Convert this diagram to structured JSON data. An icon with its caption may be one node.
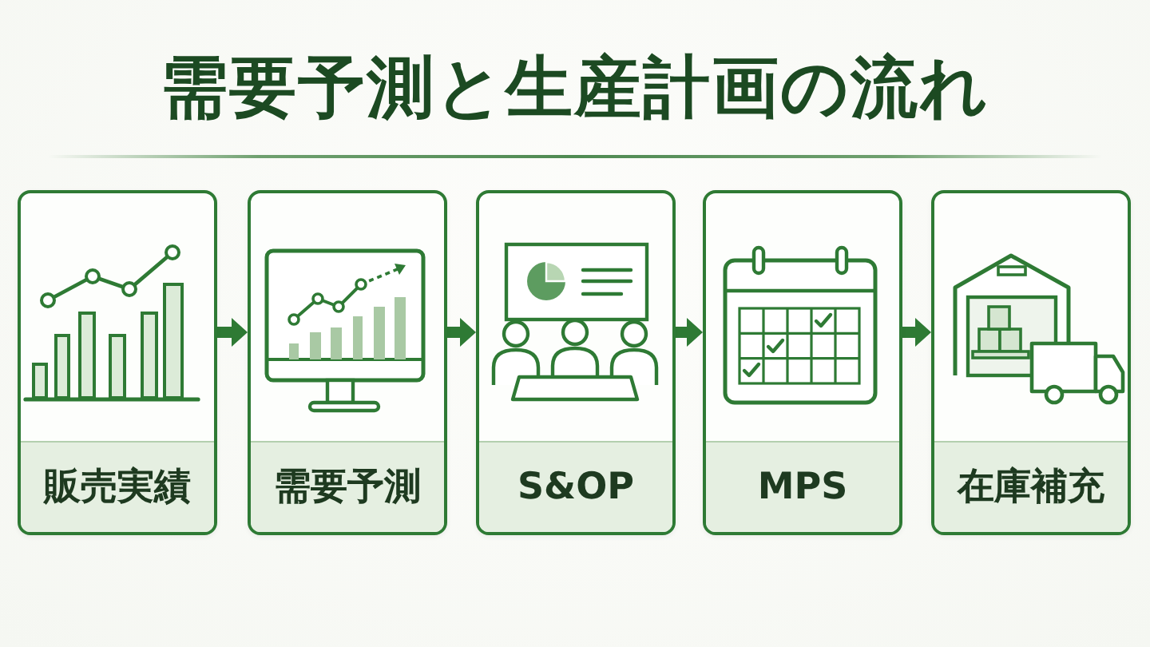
{
  "diagram": {
    "title": "需要予測と生産計画の流れ",
    "nodes": [
      {
        "text": [
          "販売実績"
        ]
      },
      {
        "text": [
          "需要予測"
        ]
      },
      {
        "text": [
          "S&OP"
        ]
      },
      {
        "text": [
          "MPS"
        ]
      },
      {
        "text": [
          "在庫補充"
        ]
      }
    ],
    "edges": [
      {
        "from": 0,
        "to": 1,
        "arrow": "to"
      },
      {
        "from": 1,
        "to": 2,
        "arrow": "to"
      },
      {
        "from": 2,
        "to": 3,
        "arrow": "to"
      },
      {
        "from": 3,
        "to": 4,
        "arrow": "to"
      }
    ]
  }
}
